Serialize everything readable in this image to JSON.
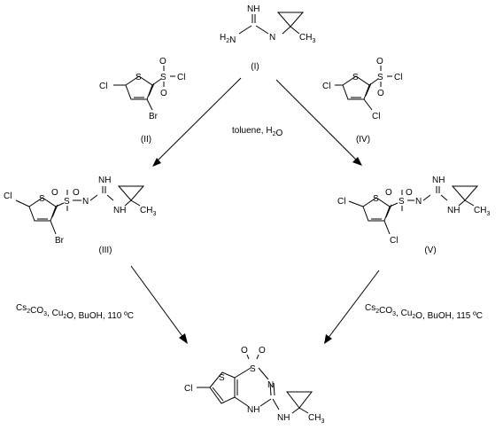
{
  "compounds": {
    "I": {
      "label": "(I)",
      "atoms": {
        "nh": "NH",
        "h2n": "H2N",
        "n": "N",
        "ch3": "CH3"
      }
    },
    "II": {
      "label": "(II)",
      "atoms": {
        "cl": "Cl",
        "s": "S",
        "so2_s": "S",
        "o1": "O",
        "o2": "O",
        "cl2": "Cl",
        "br": "Br"
      }
    },
    "IV": {
      "label": "(IV)",
      "atoms": {
        "cl": "Cl",
        "s": "S",
        "so2_s": "S",
        "o1": "O",
        "o2": "O",
        "cl2": "Cl",
        "cl3": "Cl"
      }
    },
    "III": {
      "label": "(III)",
      "atoms": {
        "cl": "Cl",
        "s": "S",
        "so2_s": "S",
        "o1": "O",
        "o2": "O",
        "n": "N",
        "nh_top": "NH",
        "nh_right": "NH",
        "ch3": "CH3",
        "br": "Br"
      }
    },
    "V": {
      "label": "(V)",
      "atoms": {
        "cl": "Cl",
        "s": "S",
        "so2_s": "S",
        "o1": "O",
        "o2": "O",
        "n": "N",
        "nh_top": "NH",
        "nh_right": "NH",
        "ch3": "CH3",
        "cl2": "Cl"
      }
    },
    "product": {
      "atoms": {
        "o1": "O",
        "o2": "O",
        "s1": "S",
        "s2": "S",
        "n": "N",
        "nh_ring": "NH",
        "nh_side": "NH",
        "cl": "Cl",
        "ch3": "CH3"
      }
    }
  },
  "conditions": {
    "top": "toluene, H2O",
    "left": "Cs2CO3, Cu2O, BuOH, 110 ºC",
    "right": "Cs2CO3, Cu2O, BuOH, 115 ºC"
  }
}
